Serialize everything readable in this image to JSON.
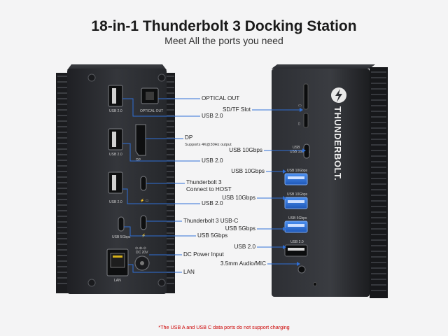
{
  "title": "18-in-1 Thunderbolt 3 Docking Station",
  "subtitle": "Meet All the ports you need",
  "footnote": "*The USB A and USB C data ports do not support charging",
  "back_labels": {
    "optical_out": "OPTICAL OUT",
    "usb20_a": "USB 2.0",
    "dp": "DP",
    "dp_note": "Supports 4K@30Hz output",
    "usb20_b": "USB 2.0",
    "tb3_host": "Thunderbolt 3\nConnect to HOST",
    "usb20_c": "USB 2.0",
    "tb3_usbc": "Thunderbolt 3 USB-C",
    "usb5_c": "USB 5Gbps",
    "dc_power": "DC Power Input",
    "lan": "LAN"
  },
  "front_labels": {
    "sd_tf": "SD/TF Slot",
    "usbc_10g": "USB 10Gbps",
    "usba_10g_1": "USB 10Gbps",
    "usba_10g_2": "USB 10Gbps",
    "usba_5g": "USB 5Gbps",
    "usba_20": "USB 2.0",
    "audio": "3.5mm Audio/MIC"
  },
  "back_panel_print": {
    "usb20": "USB 2.0",
    "optical": "OPTICAL OUT",
    "dp": "DP",
    "usb5": "USB 5Gbps",
    "dc": "DC 20V",
    "lan": "LAN"
  },
  "front_panel_print": {
    "brand": "THUNDERBOLT.",
    "usb10": "USB 10Gbps",
    "usb5": "USB 5Gbps",
    "usb20": "USB 2.0"
  },
  "colors": {
    "body": "#2b2d31",
    "port_blue": "#2f6fd6",
    "accent_red": "#cc0000"
  }
}
